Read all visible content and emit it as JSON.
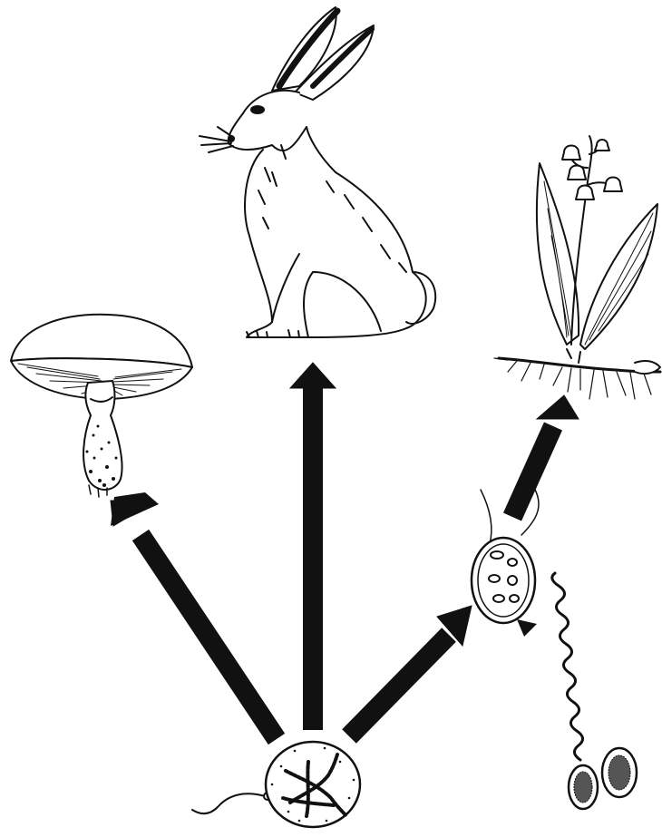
{
  "diagram": {
    "stroke_color": "#111111",
    "fill_color": "#ffffff",
    "organisms": [
      {
        "id": "mushroom",
        "icon": "mushroom-icon"
      },
      {
        "id": "hare",
        "icon": "hare-icon"
      },
      {
        "id": "lily-of-the-valley",
        "icon": "plant-icon"
      },
      {
        "id": "eukaryotic-cell",
        "icon": "flagellated-cell-icon"
      },
      {
        "id": "chloroplast-containing-cell",
        "icon": "algal-cell-icon"
      },
      {
        "id": "cyanobacteria",
        "icon": "cyanobacteria-icon"
      }
    ],
    "arrows": [
      {
        "from": "eukaryotic-cell",
        "to": "mushroom"
      },
      {
        "from": "eukaryotic-cell",
        "to": "hare"
      },
      {
        "from": "eukaryotic-cell",
        "to": "chloroplast-containing-cell"
      },
      {
        "from": "chloroplast-containing-cell",
        "to": "lily-of-the-valley"
      },
      {
        "from": "cyanobacteria",
        "to": "chloroplast-containing-cell",
        "style": "wavy"
      }
    ]
  }
}
